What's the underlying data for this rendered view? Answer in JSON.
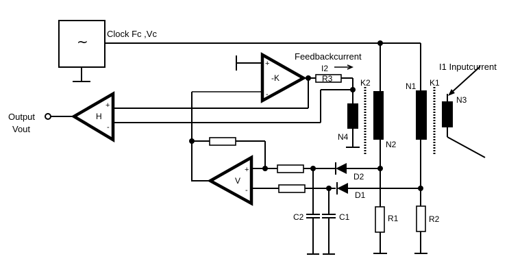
{
  "diagram": {
    "type": "circuit-schematic",
    "labels": {
      "clock": "Clock Fc ,Vc",
      "clock_symbol": "~",
      "output_line1": "Output",
      "output_line2": "Vout",
      "feedback": "Feedbackcurrent",
      "i2": "I2",
      "input_current": "I1 Inputcurrent",
      "amp_h": "H",
      "amp_k": "-K",
      "amp_v": "V",
      "plus": "+",
      "minus": "-",
      "r1": "R1",
      "r2": "R2",
      "r3": "R3",
      "c1": "C1",
      "c2": "C2",
      "d1": "D1",
      "d2": "D2",
      "n1": "N1",
      "n2": "N2",
      "n3": "N3",
      "n4": "N4",
      "k1": "K1",
      "k2": "K2"
    }
  }
}
